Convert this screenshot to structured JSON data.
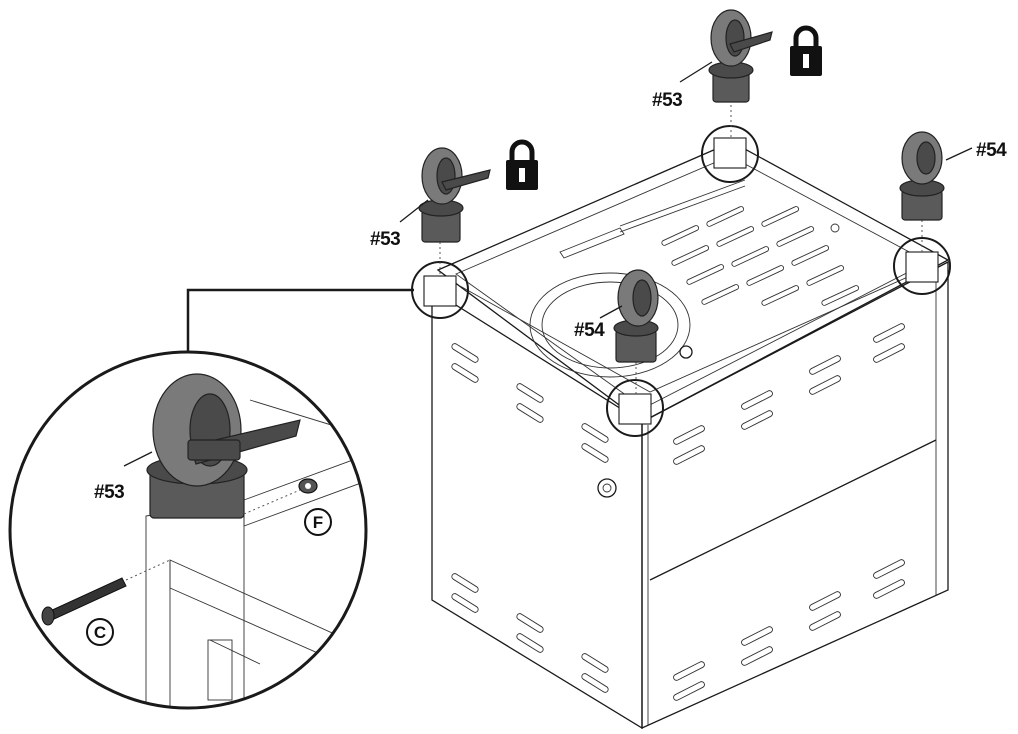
{
  "labels": {
    "caster_53": "#53",
    "caster_54": "#54",
    "part_c": "C",
    "part_f": "F"
  },
  "icons": {
    "lock": "padlock-icon"
  },
  "colors": {
    "outline": "#1a1a1a",
    "caster_gray": "#7a7a7a",
    "caster_dark": "#4a4a4a",
    "lock_black": "#111111"
  }
}
